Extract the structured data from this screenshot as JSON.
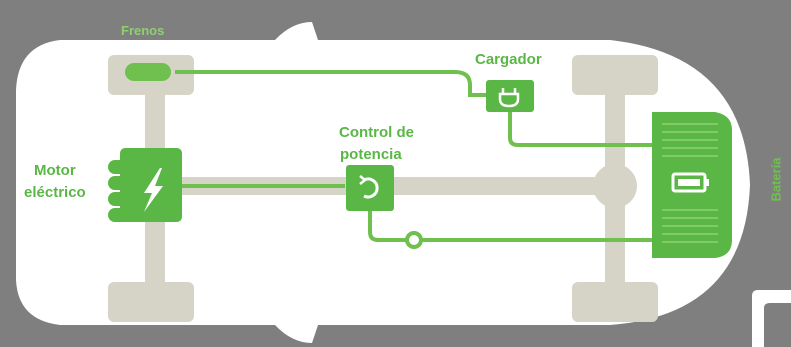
{
  "labels": {
    "brakes": "Frenos",
    "charger": "Cargador",
    "power_control_line1": "Control de",
    "power_control_line2": "potencia",
    "motor_line1": "Motor",
    "motor_line2": "eléctrico",
    "battery": "Batería"
  },
  "icons": {
    "charger": "plug-icon",
    "power_control": "cycle-arrow-icon",
    "motor": "lightning-bolt-icon",
    "battery": "battery-icon"
  },
  "colors": {
    "background": "#7f7f7f",
    "car_body": "#ffffff",
    "chassis": "#d6d3c7",
    "accent_green": "#5ab746",
    "accent_green_light": "#8fcf72"
  }
}
